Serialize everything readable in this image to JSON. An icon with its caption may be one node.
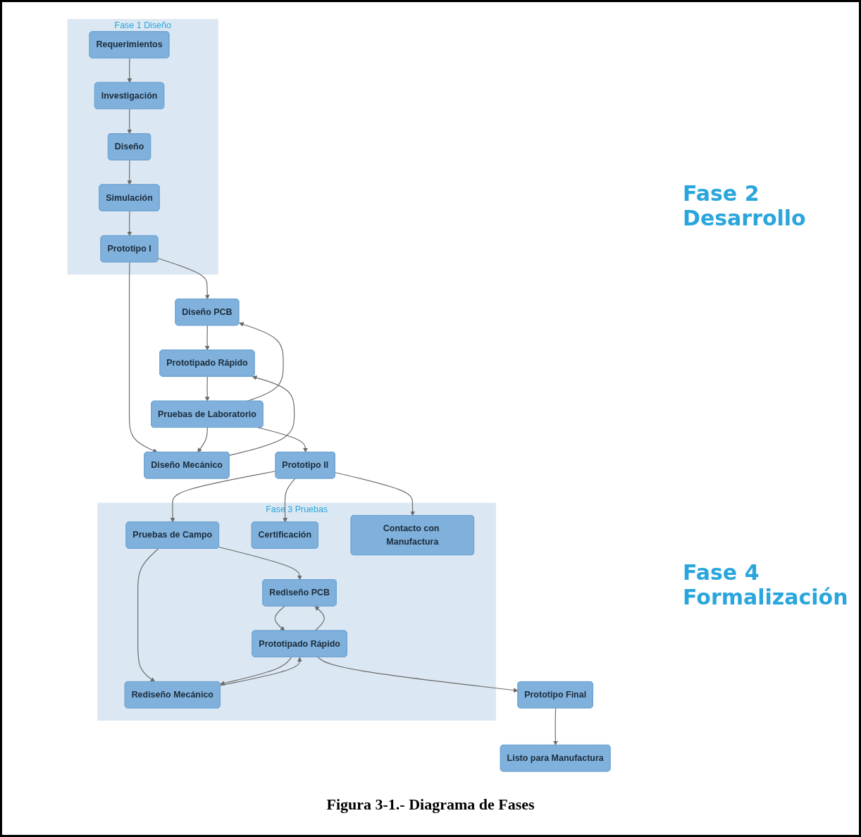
{
  "diagram": {
    "caption": "Figura 3-1.- Diagrama de Fases",
    "nodes": [
      {
        "text": [
          "Fase 1 Diseño"
        ]
      },
      {
        "text": [
          "Requerimientos"
        ],
        "in": 0
      },
      {
        "text": [
          "Investigación"
        ],
        "in": 0
      },
      {
        "text": [
          "Diseño"
        ],
        "in": 0
      },
      {
        "text": [
          "Simulación"
        ],
        "in": 0
      },
      {
        "text": [
          "Prototipo I"
        ],
        "in": 0
      },
      {
        "text": [
          "Diseño PCB"
        ]
      },
      {
        "text": [
          "Diseño Mecánico"
        ]
      },
      {
        "text": [
          "Prototipado Rápido"
        ]
      },
      {
        "text": [
          "Pruebas de Laboratorio"
        ]
      },
      {
        "text": [
          "Prototipo II"
        ]
      },
      {
        "text": [
          "Fase 3 Pruebas"
        ]
      },
      {
        "text": [
          "Pruebas de Campo"
        ],
        "in": 11
      },
      {
        "text": [
          "Certificación"
        ],
        "in": 11
      },
      {
        "text": [
          "Contacto con Manufactura"
        ],
        "in": 11
      },
      {
        "text": [
          "Rediseño PCB"
        ],
        "in": 11
      },
      {
        "text": [
          "Rediseño Mecánico"
        ],
        "in": 11
      },
      {
        "text": [
          "Prototipado Rápido"
        ],
        "in": 11
      },
      {
        "text": [
          "Prototipo Final"
        ]
      },
      {
        "text": [
          "Listo para Manufactura"
        ]
      }
    ],
    "edges": [
      {
        "from": 1,
        "to": 2,
        "arrow": "to"
      },
      {
        "from": 2,
        "to": 3,
        "arrow": "to"
      },
      {
        "from": 3,
        "to": 4,
        "arrow": "to"
      },
      {
        "from": 4,
        "to": 5,
        "arrow": "to"
      },
      {
        "from": 5,
        "to": 6,
        "arrow": "to"
      },
      {
        "from": 5,
        "to": 7,
        "arrow": "to"
      },
      {
        "from": 6,
        "to": 8,
        "arrow": "to"
      },
      {
        "from": 7,
        "to": 8,
        "arrow": "to"
      },
      {
        "from": 8,
        "to": 9,
        "arrow": "to"
      },
      {
        "from": 9,
        "to": 10,
        "arrow": "to"
      },
      {
        "from": 9,
        "to": 6,
        "arrow": "to"
      },
      {
        "from": 9,
        "to": 7,
        "arrow": "to"
      },
      {
        "from": 10,
        "to": 12,
        "arrow": "to"
      },
      {
        "from": 10,
        "to": 13,
        "arrow": "to"
      },
      {
        "from": 10,
        "to": 14,
        "arrow": "to"
      },
      {
        "from": 12,
        "to": 15,
        "arrow": "to"
      },
      {
        "from": 12,
        "to": 16,
        "arrow": "to"
      },
      {
        "from": 15,
        "to": 17,
        "arrow": "to"
      },
      {
        "from": 16,
        "to": 17,
        "arrow": "to"
      },
      {
        "from": 17,
        "to": 15,
        "arrow": "to"
      },
      {
        "from": 17,
        "to": 16,
        "arrow": "to"
      },
      {
        "from": 17,
        "to": 18,
        "arrow": "to"
      },
      {
        "from": 18,
        "to": 19,
        "arrow": "to"
      }
    ],
    "labels": [
      "Fase 2 Desarrollo",
      "Fase 4 Formalización"
    ]
  }
}
